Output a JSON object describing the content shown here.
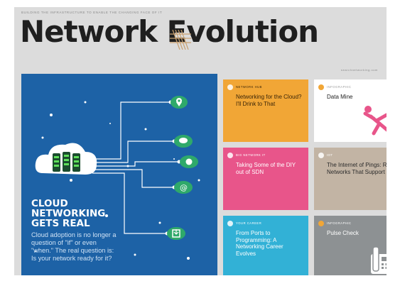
{
  "masthead": {
    "tagline": "Building the infrastructure to enable the changing face of IT",
    "title": "Network Evolution",
    "issue_line": "searchnetworking.com"
  },
  "feature": {
    "title_lines": [
      "CLOUD",
      "NETWORKING",
      "GETS REAL"
    ],
    "body": "Cloud adoption is no longer a question of \"if\" or even \"when.\" The real question is: Is your network ready for it?"
  },
  "tiles": [
    {
      "category": "Network Hub",
      "title": "Networking for the Cloud? I'll Drink to That"
    },
    {
      "category": "Infographic",
      "title": "Data Mine"
    },
    {
      "category": "Big Network IT",
      "title": "Taking Some of the DIY out of SDN"
    },
    {
      "category": "IoT",
      "title": "The Internet of Pings: Real Networks That Support IoT"
    },
    {
      "category": "Your Career",
      "title": "From Ports to Programming: A Networking Career Evolves"
    },
    {
      "category": "Infographic",
      "title": "Pulse Check"
    }
  ],
  "colors": {
    "feature_bg": "#1d62a6",
    "accent_orange": "#f1a636",
    "accent_pink": "#e8558a",
    "accent_taupe": "#c2b4a4",
    "accent_cyan": "#32b1d6",
    "accent_gray": "#8d9193",
    "icon_green": "#2fa96a"
  },
  "icons": [
    "location-pin-icon",
    "chat-bubble-icon",
    "share-icon",
    "at-sign-icon",
    "download-icon",
    "cloud-server-icon",
    "falling-figure-icon",
    "fax-phone-icon"
  ]
}
